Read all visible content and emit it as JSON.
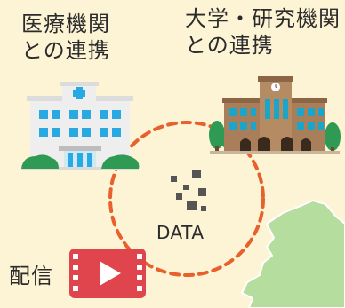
{
  "labels": {
    "medical": {
      "line1": "医療機関",
      "line2": "との連携"
    },
    "university": {
      "line1": "大学・研究機関",
      "line2": "との連携"
    },
    "data": "DATA",
    "streaming": "配信"
  },
  "colors": {
    "background": "#fdf3d5",
    "accent_orange": "#e8602c",
    "hospital_wall": "#eeeeee",
    "hospital_window": "#29a9e1",
    "university_wall": "#a87f5a",
    "university_window": "#1ba6c9",
    "tree_green": "#2e9a54",
    "map_green": "#b5dd9e",
    "video_red": "#e0444c",
    "data_square": "#555555"
  },
  "icons": [
    "hospital-icon",
    "university-icon",
    "data-icon",
    "video-icon",
    "map-icon"
  ]
}
